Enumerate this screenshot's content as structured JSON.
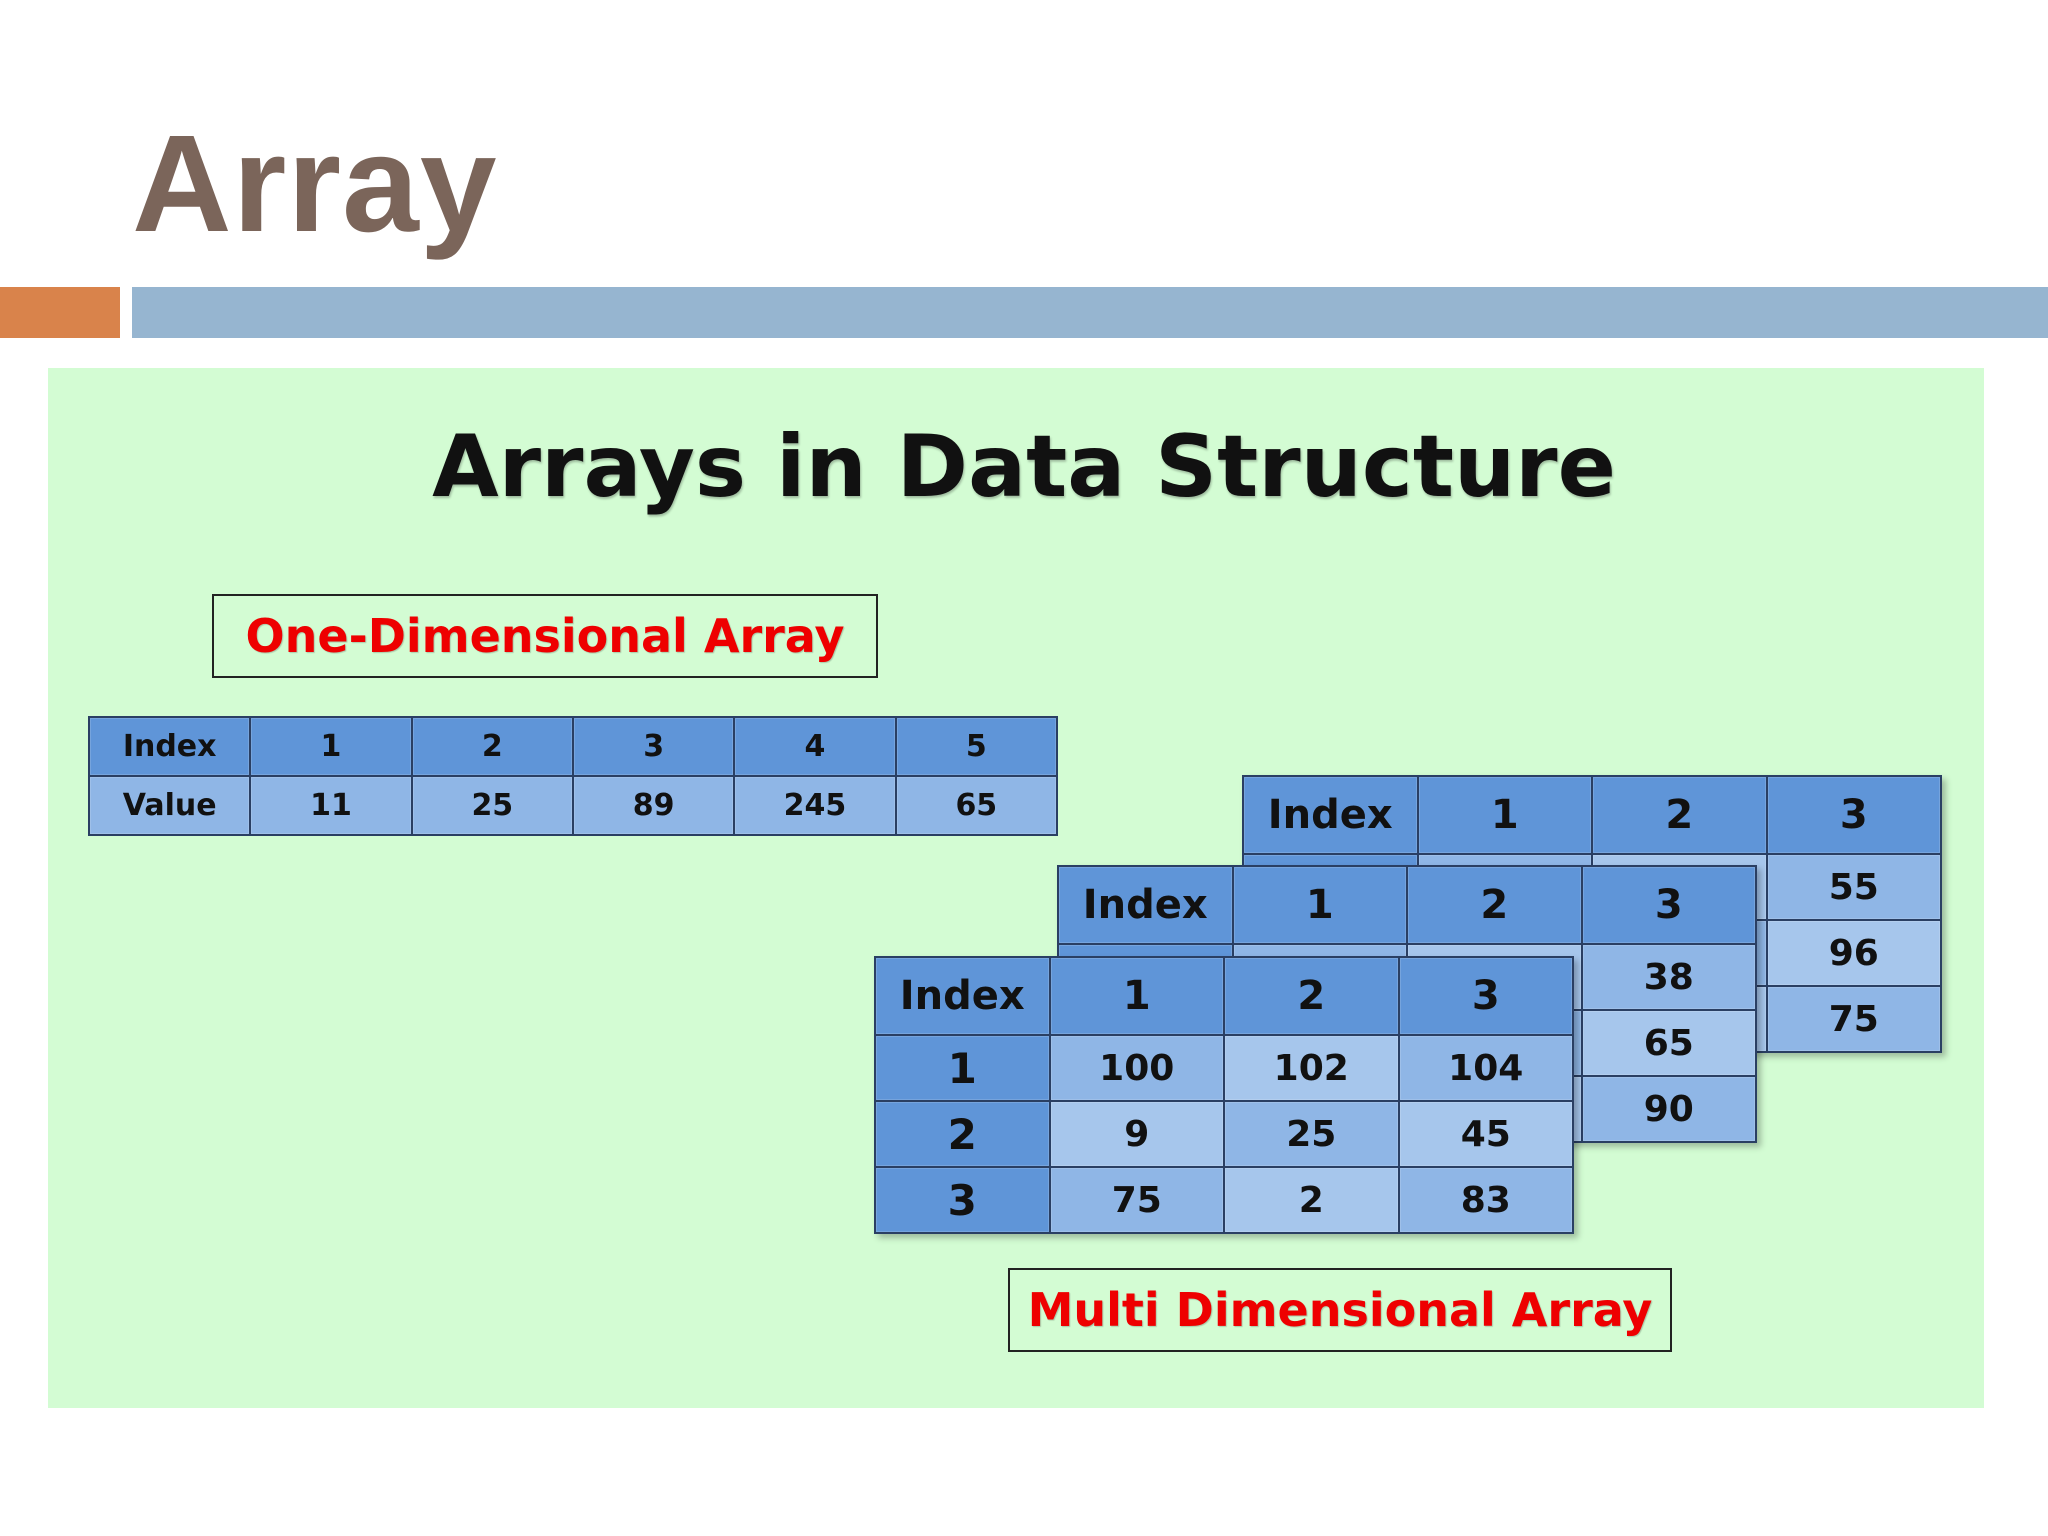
{
  "slide": {
    "title": "Array",
    "heading": "Arrays in Data Structure"
  },
  "labels": {
    "one_dimensional": "One-Dimensional Array",
    "multi_dimensional": "Multi Dimensional Array"
  },
  "colors": {
    "title": "#7b655a",
    "accent_orange": "#d9834b",
    "accent_blue": "#96b5d0",
    "panel": "#d3fcd3",
    "label_text": "#ee0000",
    "header_cell": "#5f95d8",
    "data_cell": "#8fb6e6"
  },
  "one_d_array": {
    "index_label": "Index",
    "value_label": "Value",
    "indices": [
      "1",
      "2",
      "3",
      "4",
      "5"
    ],
    "values": [
      "11",
      "25",
      "89",
      "245",
      "65"
    ]
  },
  "multi_d_array": {
    "back": {
      "header": [
        "Index",
        "1",
        "2",
        "3"
      ],
      "rows": [
        [
          "",
          "",
          "",
          "55"
        ],
        [
          "",
          "",
          "",
          "96"
        ],
        [
          "",
          "",
          "",
          "75"
        ]
      ]
    },
    "middle": {
      "header": [
        "Index",
        "1",
        "2",
        "3"
      ],
      "rows": [
        [
          "",
          "",
          "",
          "38"
        ],
        [
          "",
          "",
          "",
          "65"
        ],
        [
          "",
          "",
          "",
          "90"
        ]
      ]
    },
    "front": {
      "header": [
        "Index",
        "1",
        "2",
        "3"
      ],
      "rows": [
        [
          "1",
          "100",
          "102",
          "104"
        ],
        [
          "2",
          "9",
          "25",
          "45"
        ],
        [
          "3",
          "75",
          "2",
          "83"
        ]
      ]
    }
  }
}
